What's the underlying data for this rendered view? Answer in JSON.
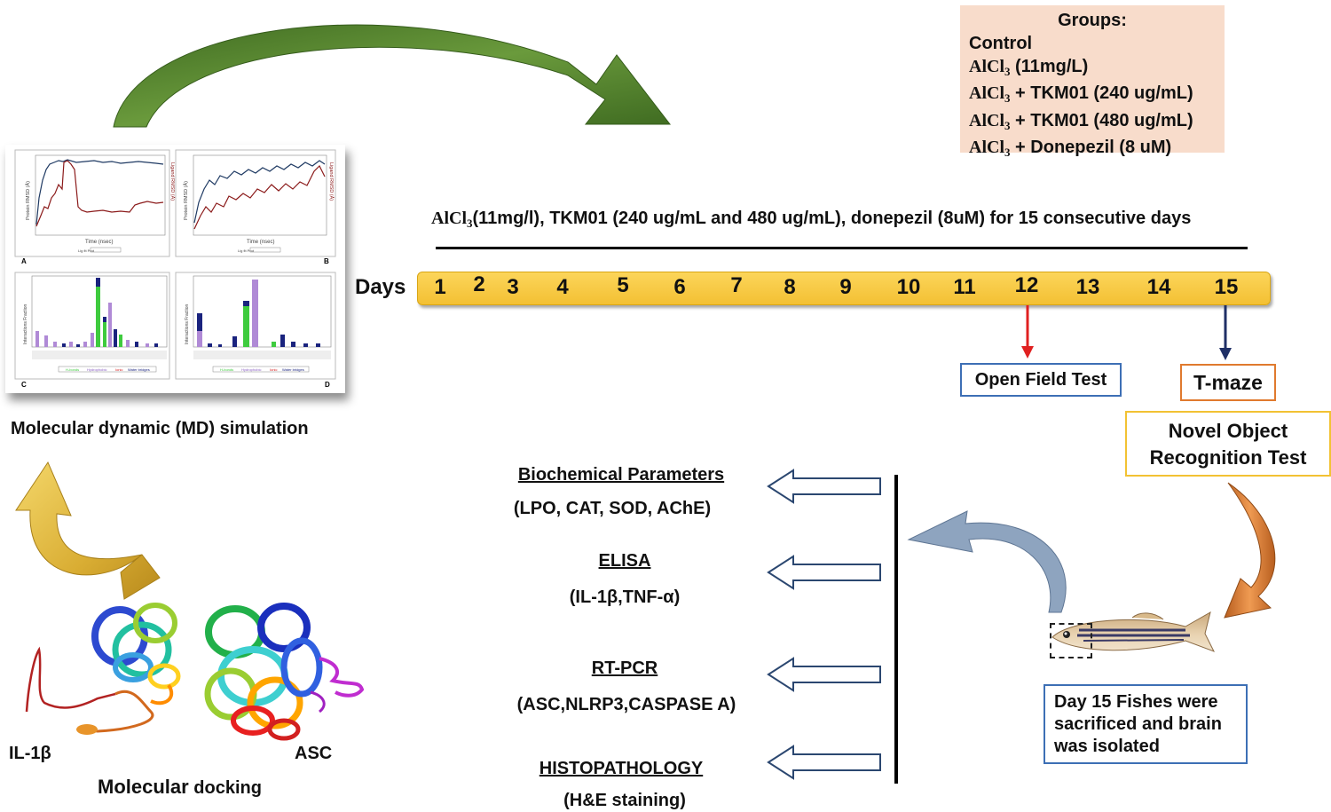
{
  "groups": {
    "title": "Groups:",
    "items": [
      {
        "prefix": "",
        "text": "Control"
      },
      {
        "prefix": "AlCl",
        "sub": "3",
        "text": " (11mg/L)"
      },
      {
        "prefix": "AlCl",
        "sub": "3",
        "text": " + TKM01 (240 ug/mL)"
      },
      {
        "prefix": "AlCl",
        "sub": "3",
        "text": " + TKM01 (480 ug/mL)"
      },
      {
        "prefix": "AlCl",
        "sub": "3",
        "text": " + Donepezil (8 uM)"
      }
    ]
  },
  "treatment": {
    "prefix": "AlCl",
    "sub": "3",
    "text": "(11mg/l), TKM01 (240 ug/mL and 480 ug/mL), donepezil (8uM) for 15 consecutive days"
  },
  "timeline": {
    "label": "Days",
    "days": [
      "1",
      "2",
      "3",
      "4",
      "5",
      "6",
      "7",
      "8",
      "9",
      "10",
      "11",
      "12",
      "13",
      "14",
      "15"
    ]
  },
  "tests": {
    "open_field": "Open Field Test",
    "t_maze": "T-maze",
    "nor_line1": "Novel Object",
    "nor_line2": "Recognition Test"
  },
  "fish_note": {
    "line1": "Day 15 Fishes were",
    "line2": "sacrificed and brain",
    "line3": "was isolated"
  },
  "parameters": [
    {
      "title": "Biochemical Parameters",
      "detail": "(LPO, CAT, SOD, AChE)"
    },
    {
      "title": "ELISA",
      "detail": "(IL-1β,TNF-α)"
    },
    {
      "title": "RT-PCR",
      "detail": "(ASC,NLRP3,CASPASE A)"
    },
    {
      "title": "HISTOPATHOLOGY",
      "detail": "(H&E staining)"
    }
  ],
  "md": {
    "label": "Molecular dynamic (MD) simulation",
    "panels": [
      "A",
      "B",
      "C",
      "D"
    ],
    "xlabel": "Time (nsec)",
    "ylabel_left": "Protein RMSD (Å)",
    "ylabel_right": "Ligand RMSD (Å)",
    "ylabel_bar": "Interactions Fraction",
    "legend_line": "Lig fit Prot",
    "legend_bar": [
      "H-bonds",
      "Hydrophobic",
      "Ionic",
      "Water bridges"
    ]
  },
  "docking": {
    "title_bold": "Molecular",
    "title_light": " docking",
    "left_label": "IL-1β",
    "right_label": "ASC"
  },
  "colors": {
    "green_arrow": "#4d7a2b",
    "yellow_arrow": "#e9c24a",
    "orange_arrow": "#d9762e",
    "blue_arrow": "#8ea4bf",
    "groups_bg": "#f8dccb",
    "timeline": "#f8c93c",
    "red_pointer": "#e02020",
    "navy_pointer": "#1f2f66"
  }
}
